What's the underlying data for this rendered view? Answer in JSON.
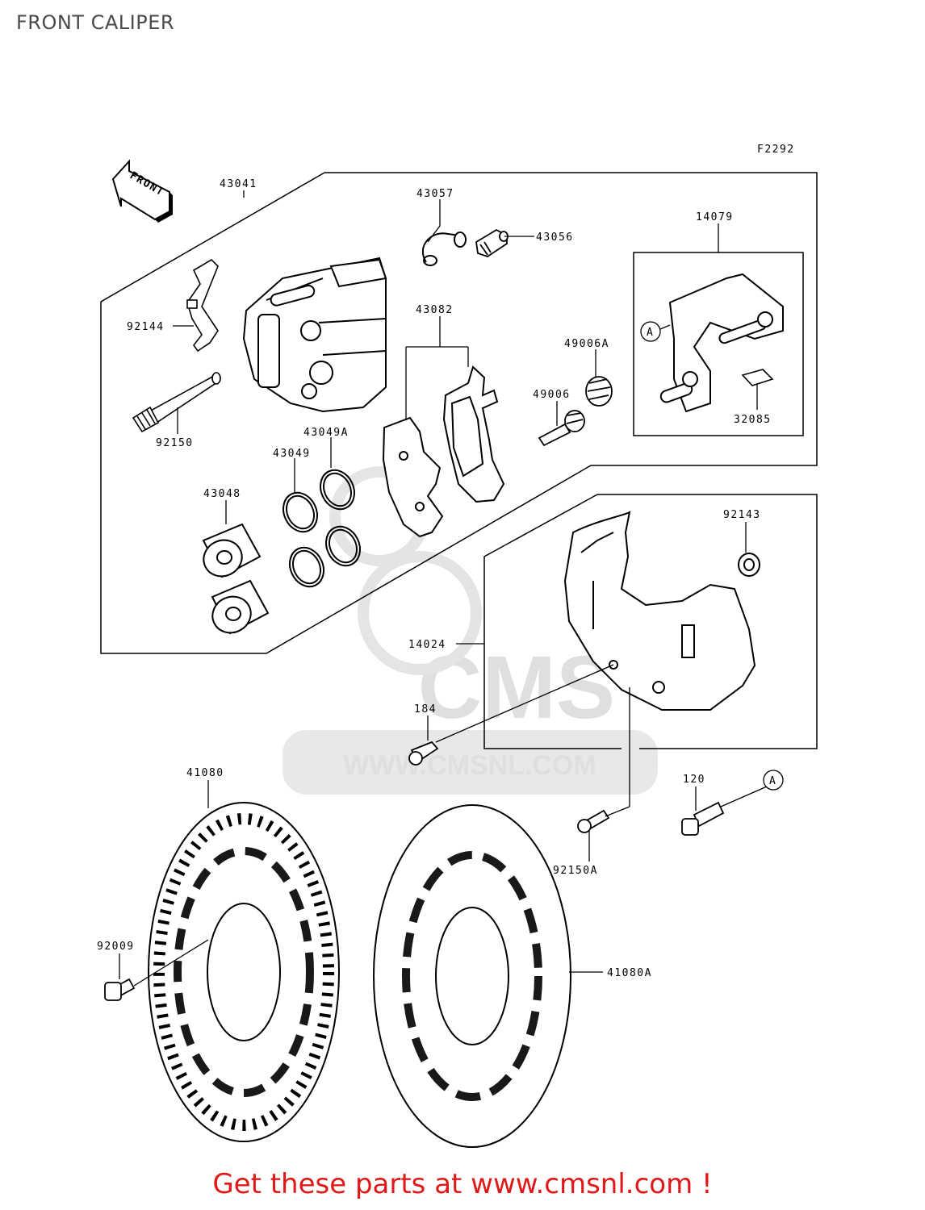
{
  "page": {
    "title": "FRONT CALIPER"
  },
  "diagram": {
    "figure_code": "F2292",
    "front_arrow_text": "FRONT",
    "ref_marker": "A",
    "part_numbers": {
      "p43041": "43041",
      "p43057": "43057",
      "p43056": "43056",
      "p14079": "14079",
      "p92144": "92144",
      "p43082": "43082",
      "p49006A": "49006A",
      "p49006": "49006",
      "p32085": "32085",
      "p92150": "92150",
      "p43049A": "43049A",
      "p43049": "43049",
      "p43048": "43048",
      "p92143": "92143",
      "p14024": "14024",
      "p184": "184",
      "p41080": "41080",
      "p120": "120",
      "p92150A": "92150A",
      "p92009": "92009",
      "p41080A": "41080A"
    },
    "watermark": {
      "logo": "CMS",
      "url": "WWW.CMSNL.COM"
    }
  },
  "footer": {
    "link_text": "Get these parts at www.cmsnl.com !"
  }
}
